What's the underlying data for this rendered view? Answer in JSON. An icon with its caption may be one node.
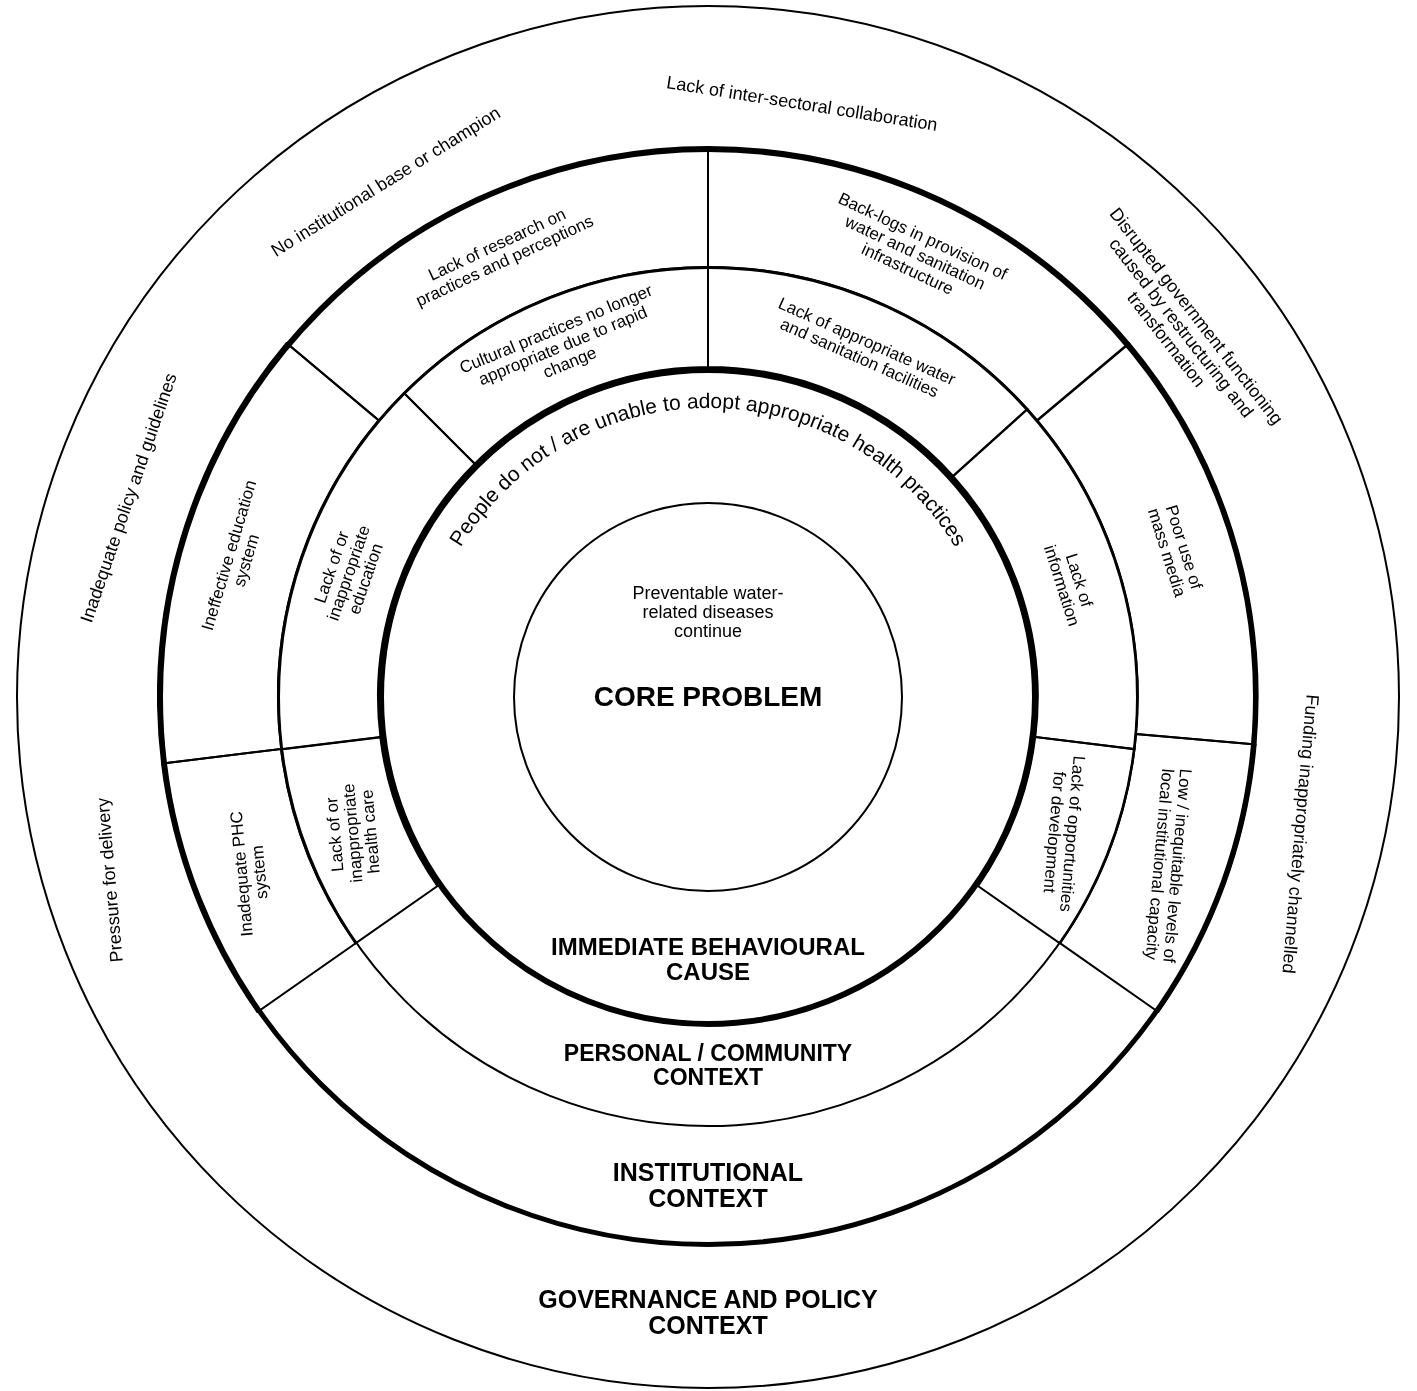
{
  "diagram": {
    "nodes": [
      {
        "text": [
          "GOVERNANCE AND POLICY CONTEXT"
        ]
      },
      {
        "text": [
          "INSTITUTIONAL CONTEXT"
        ],
        "in": 0
      },
      {
        "text": [
          "PERSONAL / COMMUNITY CONTEXT"
        ],
        "in": 1
      },
      {
        "text": [
          "People do not / are unable to adopt appropriate health practices",
          "IMMEDIATE BEHAVIOURAL CAUSE"
        ],
        "in": 2
      },
      {
        "text": [
          "Preventable water-related diseases continue",
          "CORE PROBLEM"
        ],
        "in": 3
      },
      {
        "text": [
          "Lack of research on practices and perceptions"
        ],
        "in": 1
      },
      {
        "text": [
          "Back-logs in provision of water and sanitation infrastructure"
        ],
        "in": 1
      },
      {
        "text": [
          "Poor use of mass media"
        ],
        "in": 1
      },
      {
        "text": [
          "Low / inequitable levels of local institutional capacity"
        ],
        "in": 1
      },
      {
        "text": [
          "Inadequate PHC system"
        ],
        "in": 1
      },
      {
        "text": [
          "Ineffective education system"
        ],
        "in": 1
      },
      {
        "text": [
          "Cultural practices no longer appropriate due to rapid change"
        ],
        "in": 2
      },
      {
        "text": [
          "Lack of appropriate water and sanitation facilities"
        ],
        "in": 2
      },
      {
        "text": [
          "Lack of information"
        ],
        "in": 2
      },
      {
        "text": [
          "Lack of opportunities for development"
        ],
        "in": 2
      },
      {
        "text": [
          "Lack of or inappropriate health care"
        ],
        "in": 2
      },
      {
        "text": [
          "Lack of or inappropriate education"
        ],
        "in": 2
      }
    ],
    "labels": [
      "No institutional base or champion",
      "Lack of inter-sectoral collaboration",
      "Disrupted government functioning caused by restructuring and transformation",
      "Funding inappropriately channelled",
      "Pressure for delivery",
      "Inadequate policy and guidelines"
    ]
  }
}
